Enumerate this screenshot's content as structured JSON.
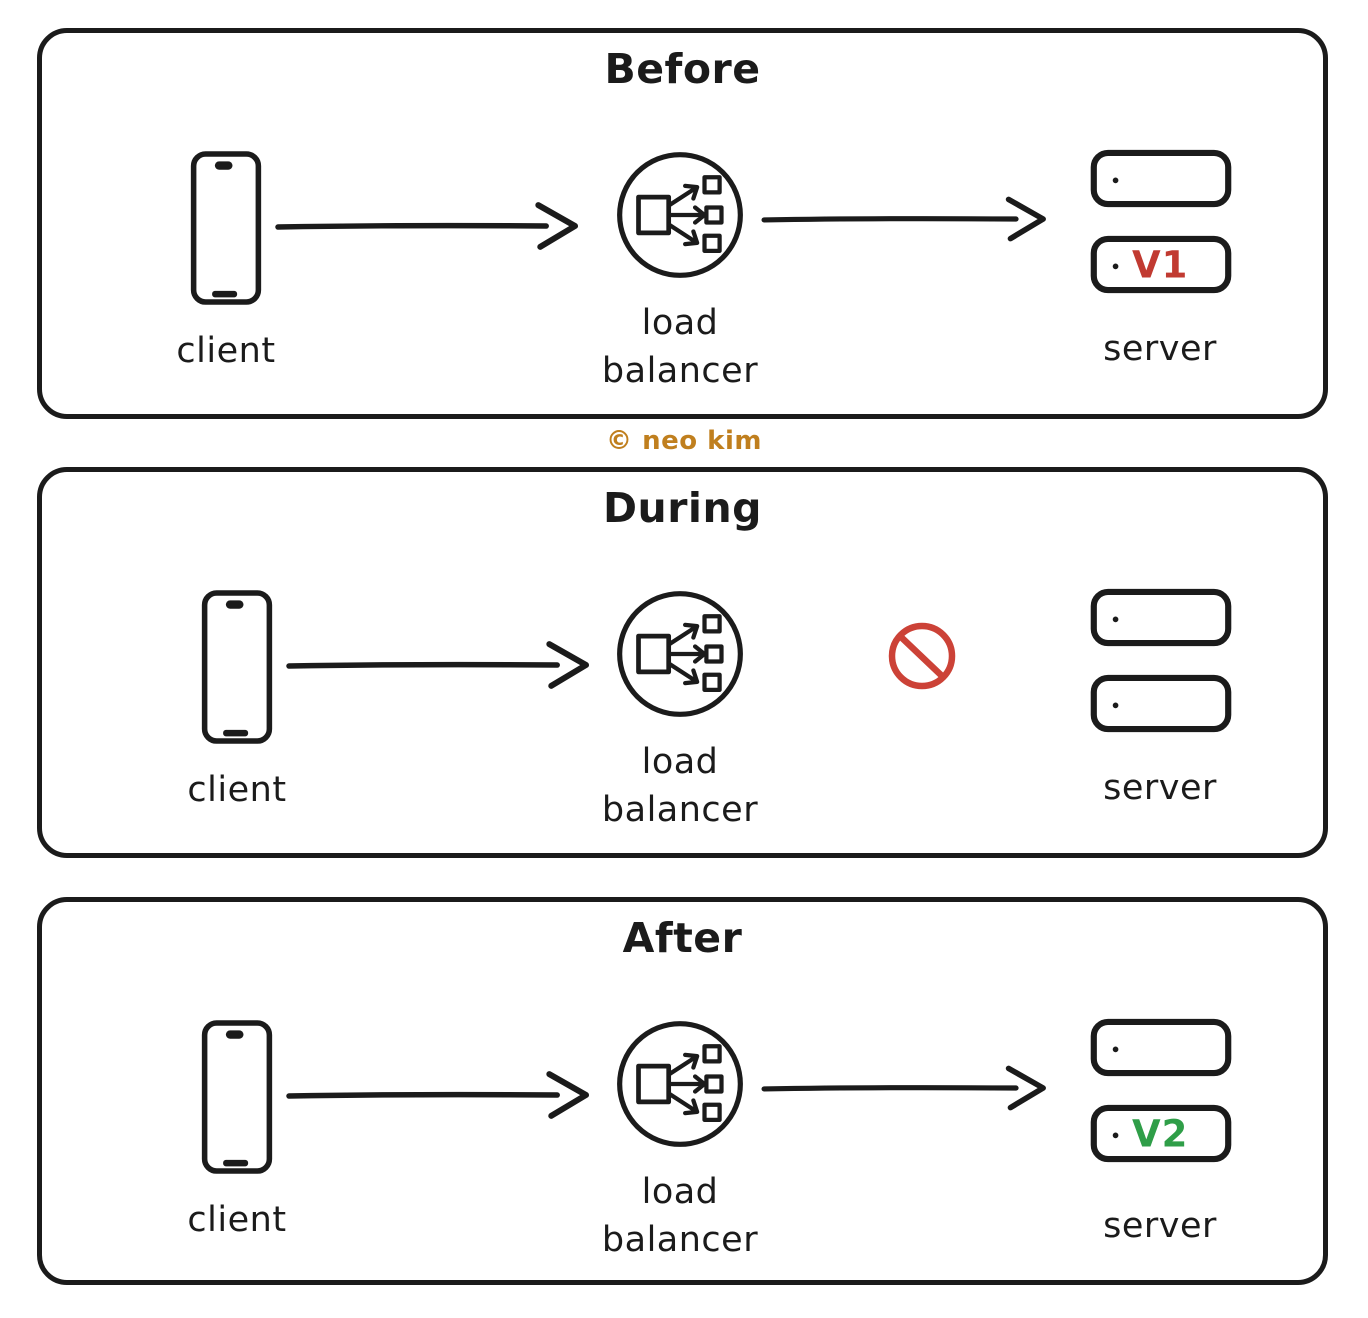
{
  "colors": {
    "ink": "#1b1b1b",
    "v1_red": "#c13a31",
    "ban_red": "#cc4237",
    "v2_green": "#2f9e48",
    "copyright_orange": "#c07f1e"
  },
  "copyright": "© neo kim",
  "panels": [
    {
      "title": "Before",
      "client_label": "client",
      "lb_label_line1": "load",
      "lb_label_line2": "balancer",
      "server_label": "server",
      "servers": [
        {
          "label": ""
        },
        {
          "label": "V1",
          "color": "#c13a31"
        }
      ]
    },
    {
      "title": "During",
      "client_label": "client",
      "lb_label_line1": "load",
      "lb_label_line2": "balancer",
      "server_label": "server",
      "blocked": true,
      "servers": [
        {
          "label": ""
        },
        {
          "label": ""
        }
      ]
    },
    {
      "title": "After",
      "client_label": "client",
      "lb_label_line1": "load",
      "lb_label_line2": "balancer",
      "server_label": "server",
      "servers": [
        {
          "label": ""
        },
        {
          "label": "V2",
          "color": "#2f9e48"
        }
      ]
    }
  ]
}
